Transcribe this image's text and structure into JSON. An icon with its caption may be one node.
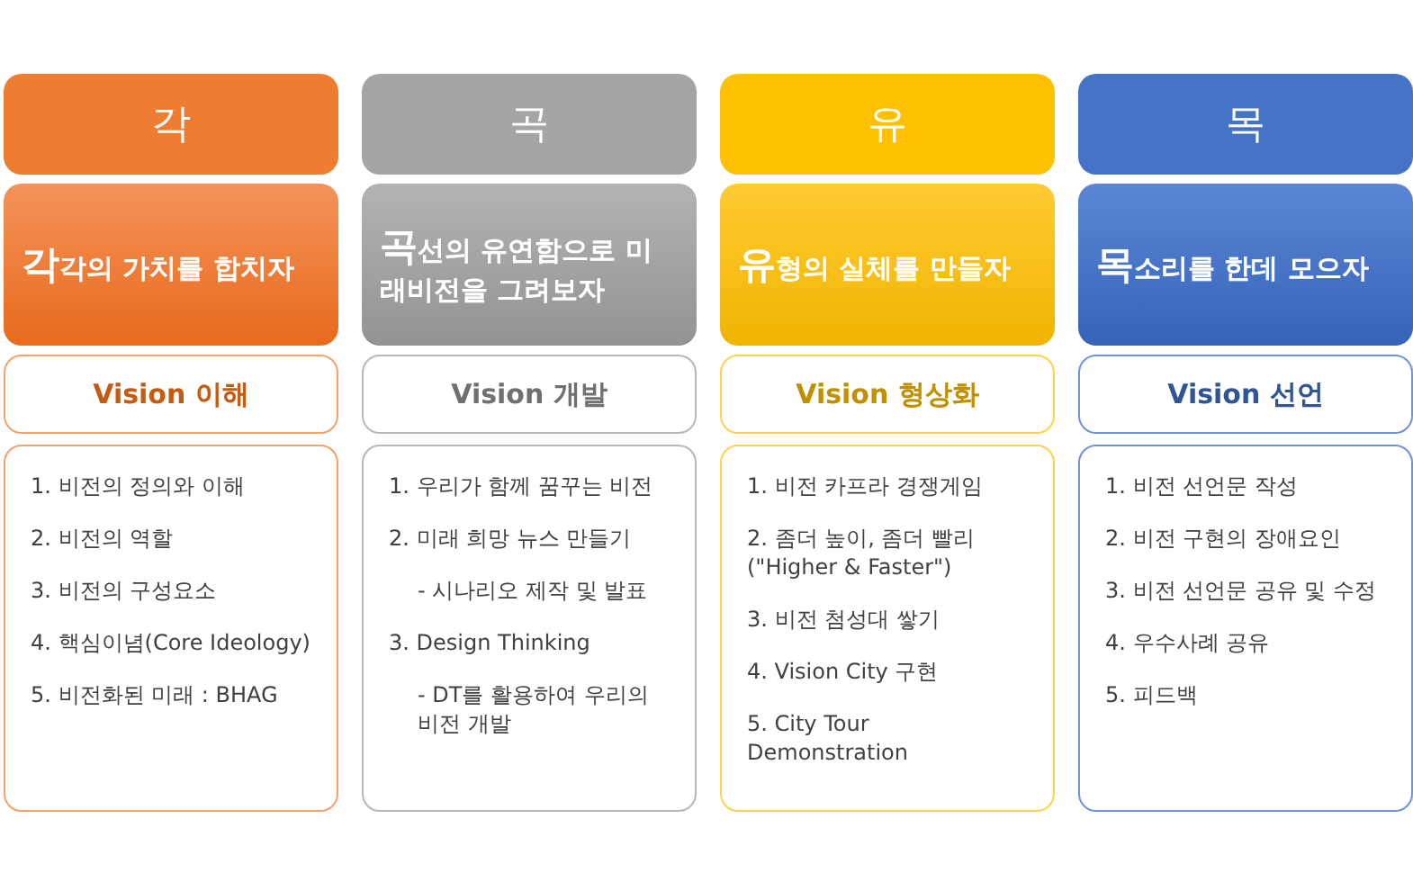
{
  "diagram": {
    "nodes": [
      {
        "text": [
          "각"
        ]
      },
      {
        "text": [
          "곡"
        ]
      },
      {
        "text": [
          "유"
        ]
      },
      {
        "text": [
          "목"
        ]
      },
      {
        "text": [
          "각각의 가치를 합치자"
        ]
      },
      {
        "text": [
          "곡선의 유연함으로 미래비전을 그려보자"
        ]
      },
      {
        "text": [
          "유형의 실체를 만들자"
        ]
      },
      {
        "text": [
          "목소리를 한데 모으자"
        ]
      },
      {
        "text": [
          "Vision 이해"
        ]
      },
      {
        "text": [
          "Vision 개발"
        ]
      },
      {
        "text": [
          "Vision 형상화"
        ]
      },
      {
        "text": [
          "Vision 선언"
        ]
      },
      {
        "text": [
          "1. 비전의 정의와 이해",
          "2. 비전의 역할",
          "3. 비전의 구성요소",
          "4. 핵심이념(Core Ideology)",
          "5. 비전화된 미래 : BHAG"
        ]
      },
      {
        "text": [
          "1. 우리가 함께 꿈꾸는 비전",
          "2. 미래 희망 뉴스 만들기",
          "- 시나리오 제작 및 발표",
          "3. Design Thinking",
          "- DT를 활용하여 우리의 비전 개발"
        ]
      },
      {
        "text": [
          "1. 비전 카프라 경쟁게임",
          "2. 좀더 높이, 좀더 빨리 (\"Higher & Faster\")",
          "3. 비전 첨성대 쌓기",
          "4. Vision City 구현",
          "5. City Tour Demonstration"
        ]
      },
      {
        "text": [
          "1. 비전 선언문 작성",
          "2. 비전 구현의 장애요인",
          "3. 비전 선언문 공유 및 수정",
          "4. 우수사례 공유",
          "5. 피드백"
        ]
      }
    ]
  }
}
